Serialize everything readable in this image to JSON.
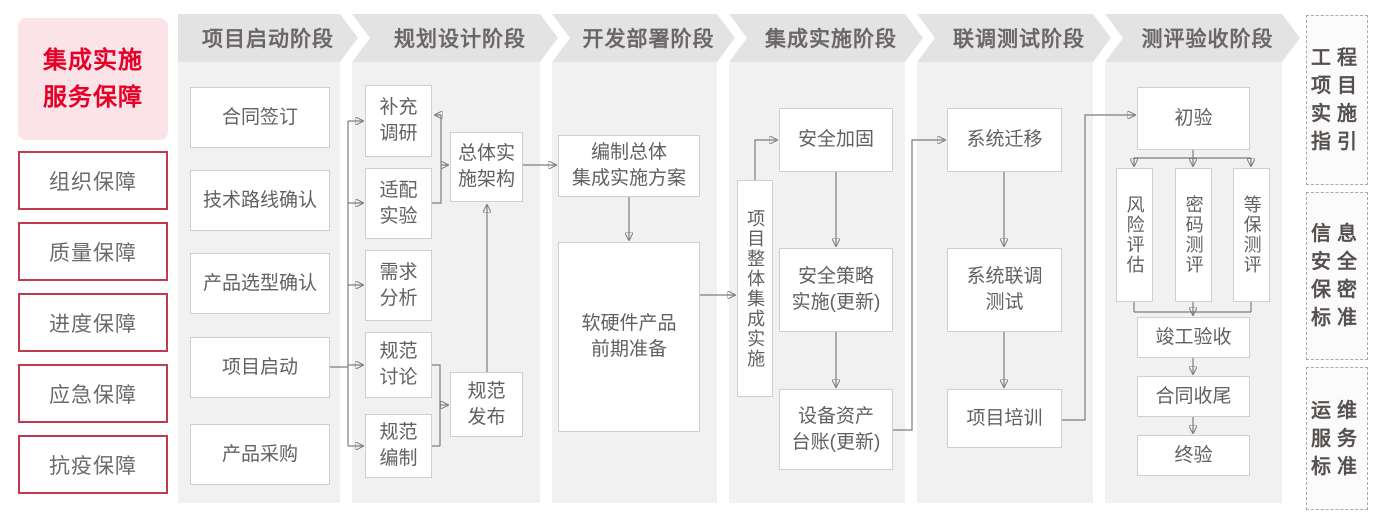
{
  "sidebar": {
    "title": "集成实施\n服务保障",
    "items": [
      "组织保障",
      "质量保障",
      "进度保障",
      "应急保障",
      "抗疫保障"
    ]
  },
  "phases": [
    {
      "label": "项目启动阶段",
      "nodes": [
        "合同签订",
        "技术路线确认",
        "产品选型确认",
        "项目启动",
        "产品采购"
      ]
    },
    {
      "label": "规划设计阶段",
      "nodes": [
        "补充\n调研",
        "适配\n实验",
        "需求\n分析",
        "规范\n讨论",
        "规范\n编制",
        "总体实\n施架构",
        "规范\n发布"
      ]
    },
    {
      "label": "开发部署阶段",
      "nodes": [
        "编制总体\n集成实施方案",
        "软硬件产品\n前期准备"
      ]
    },
    {
      "label": "集成实施阶段",
      "nodes": [
        "项目整体集成实施",
        "安全加固",
        "安全策略\n实施(更新)",
        "设备资产\n台账(更新)"
      ]
    },
    {
      "label": "联调测试阶段",
      "nodes": [
        "系统迁移",
        "系统联调\n测试",
        "项目培训"
      ]
    },
    {
      "label": "测评验收阶段",
      "nodes": [
        "初验",
        "风险评估",
        "密码测评",
        "等保测评",
        "竣工验收",
        "合同收尾",
        "终验"
      ]
    }
  ],
  "standards": [
    "工程\n项目\n实施\n指引",
    "信息\n安全\n保密\n标准",
    "运维\n服务\n标准"
  ],
  "colors": {
    "accent_red": "#e60027",
    "title_bg": "#fbe3e8",
    "red_box_border": "#c23a50",
    "header_bg": "#e4e3e3",
    "panel_bg": "#f2f1f1",
    "node_border": "#cfcfcf",
    "text_gray": "#616161",
    "connector": "#7d7d7d"
  }
}
